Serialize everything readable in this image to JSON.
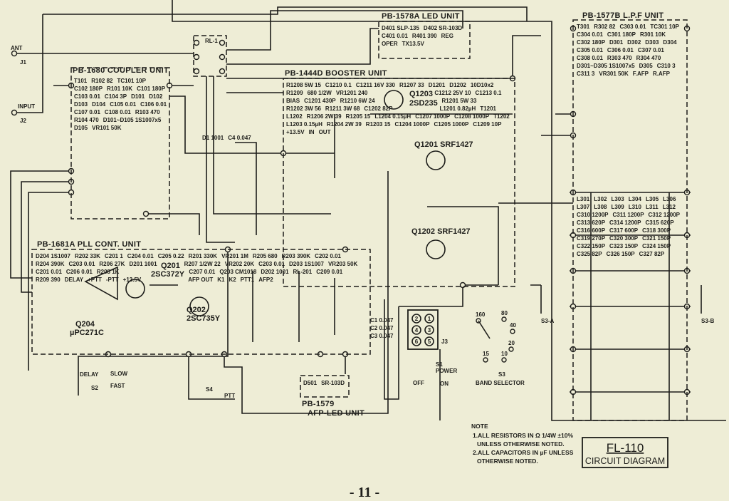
{
  "diagram": {
    "title": "FL-110",
    "subtitle": "CIRCUIT DIAGRAM",
    "page_number": "- 11 -",
    "notes": {
      "heading": "NOTE",
      "lines": [
        "1.ALL RESISTORS IN Ω 1/4W ±10%",
        "UNLESS OTHERWISE NOTED.",
        "2.ALL CAPACITORS IN µF UNLESS",
        "OTHERWISE NOTED."
      ]
    },
    "units": {
      "coupler": "PB-1680 COUPLER UNIT",
      "led": "PB-1578A LED UNIT",
      "booster": "PB-1444D BOOSTER UNIT",
      "lpf": "PB-1577B L.P.F UNIT",
      "pll": "PB-1681A PLL CONT. UNIT",
      "afp_led_id": "PB-1579",
      "afp_led": "AFP-LED UNIT",
      "relay": "RL-1"
    },
    "connectors": {
      "ant": "ANT",
      "j1": "J1",
      "input": "INPUT",
      "j2": "J2",
      "j3": "J3",
      "j3_pins": [
        "2",
        "1",
        "4",
        "3",
        "6",
        "5"
      ]
    },
    "transistors": {
      "q1203": "Q1203",
      "q1203_type": "2SD235",
      "q1201": "Q1201 SRF1427",
      "q1202": "Q1202 SRF1427",
      "q201": "Q201",
      "q201_type": "2SC372Y",
      "q202": "Q202",
      "q202_type": "2SC735Y",
      "q204": "Q204",
      "q204_type": "µPC271C"
    },
    "components": {
      "coupler": [
        "T101",
        "R102 82",
        "TC101 10P",
        "C102 180P",
        "R101 10K",
        "C101 180P",
        "C103 0.01",
        "C104 3P",
        "D101",
        "D102",
        "D103",
        "D104",
        "C105 0.01",
        "C106 0.01",
        "C107 0.01",
        "C108 0.01",
        "R103 470",
        "R104 470",
        "D101~D105 1S1007x5",
        "D105",
        "VR101 50K"
      ],
      "relay_area": [
        "D1 1001",
        "C4 0.047"
      ],
      "led_unit": [
        "D401 SLP-135",
        "D402 SR-103D",
        "C401 0.01",
        "R401 390",
        "REG",
        "OPER",
        "TX13.5V"
      ],
      "booster": [
        "R1208 5W 15",
        "C1210 0.1",
        "C1211 16V 330",
        "R1207 33",
        "D1201",
        "D1202",
        "10D10x2",
        "R1209",
        "680 1/2W",
        "VR1201 240",
        "C1212 25V 10",
        "C1213 0.1",
        "BIAS",
        "C1201 430P",
        "R1210 6W 24",
        "R1201 5W 33",
        "R1202 3W 56",
        "R1211 3W 68",
        "C1202 82P",
        "L1201 0.82µH",
        "T1201",
        "L1202",
        "R1206 2W 39",
        "R1205 15",
        "L1204 0.15µH",
        "C1207 1000P",
        "C1208 1000P",
        "T1202",
        "L1203 0.15µH",
        "R1204 2W 39",
        "R1203 15",
        "C1204 1000P",
        "C1205 1000P",
        "C1209 10P",
        "+13.5V",
        "IN",
        "OUT"
      ],
      "pll": [
        "D204 1S1007",
        "R202 33K",
        "C201 1",
        "C204 0.01",
        "C205 0.22",
        "R201 330K",
        "VR201 1M",
        "R205 680",
        "R203 390K",
        "C202 0.01",
        "R204 390K",
        "C203 0.01",
        "R206 27K",
        "D201 1001",
        "R207 1/2W 22",
        "VR202 20K",
        "C203 0.01",
        "D203 1S1007",
        "VR203 50K",
        "C201 0.01",
        "C206 0.01",
        "R208 1K",
        "C207 0.01",
        "Q203 CM1018",
        "D202 1001",
        "RL-201",
        "C209 0.01",
        "R209 390",
        "DELAY",
        "+PTT",
        "-PTT",
        "+13.5V",
        "AFP OUT",
        "K1",
        "K2",
        "PTT1",
        "AFP2"
      ],
      "afp_led": [
        "D501",
        "SR-103D"
      ],
      "lpf": [
        "T301",
        "R302 82",
        "C303 0.01",
        "TC301 10P",
        "C304 0.01",
        "C301 180P",
        "R301 10K",
        "C302 180P",
        "D301",
        "D302",
        "D303",
        "D304",
        "C305 0.01",
        "C306 0.01",
        "C307 0.01",
        "C308 0.01",
        "R303 470",
        "R304 470",
        "D301~D305 1S1007x5",
        "D305",
        "C310 3",
        "C311 3",
        "VR301 50K",
        "F.AFP",
        "R.AFP"
      ],
      "lpf_filter": [
        "L301",
        "L302",
        "L303",
        "L304",
        "L305",
        "L306",
        "L307",
        "L308",
        "L309",
        "L310",
        "L311",
        "L312",
        "C310 1200P",
        "C311 1200P",
        "C312 1200P",
        "C313 620P",
        "C314 1200P",
        "C315 620P",
        "C316 600P",
        "C317 600P",
        "C318 300P",
        "C319 270P",
        "C320 300P",
        "C321 150P",
        "C322 150P",
        "C323 150P",
        "C324 150P",
        "C325 82P",
        "C326 150P",
        "C327 82P"
      ],
      "power": [
        "C1 0.047",
        "C2 0.047",
        "C3 0.047"
      ]
    },
    "switches": {
      "s1": "S1",
      "s1_label": "POWER",
      "off": "OFF",
      "on": "ON",
      "s2": "S2",
      "delay": "DELAY",
      "slow": "SLOW",
      "fast": "FAST",
      "s3": "S3",
      "s3_label": "BAND SELECTOR",
      "s3a": "S3-A",
      "s3b": "S3-B",
      "s4": "S4",
      "ptt": "PTT",
      "bands": [
        "160",
        "80",
        "40",
        "20",
        "15",
        "10"
      ]
    },
    "colors": {
      "paper": "#eeedd6",
      "ink": "#1d1d1a"
    }
  }
}
